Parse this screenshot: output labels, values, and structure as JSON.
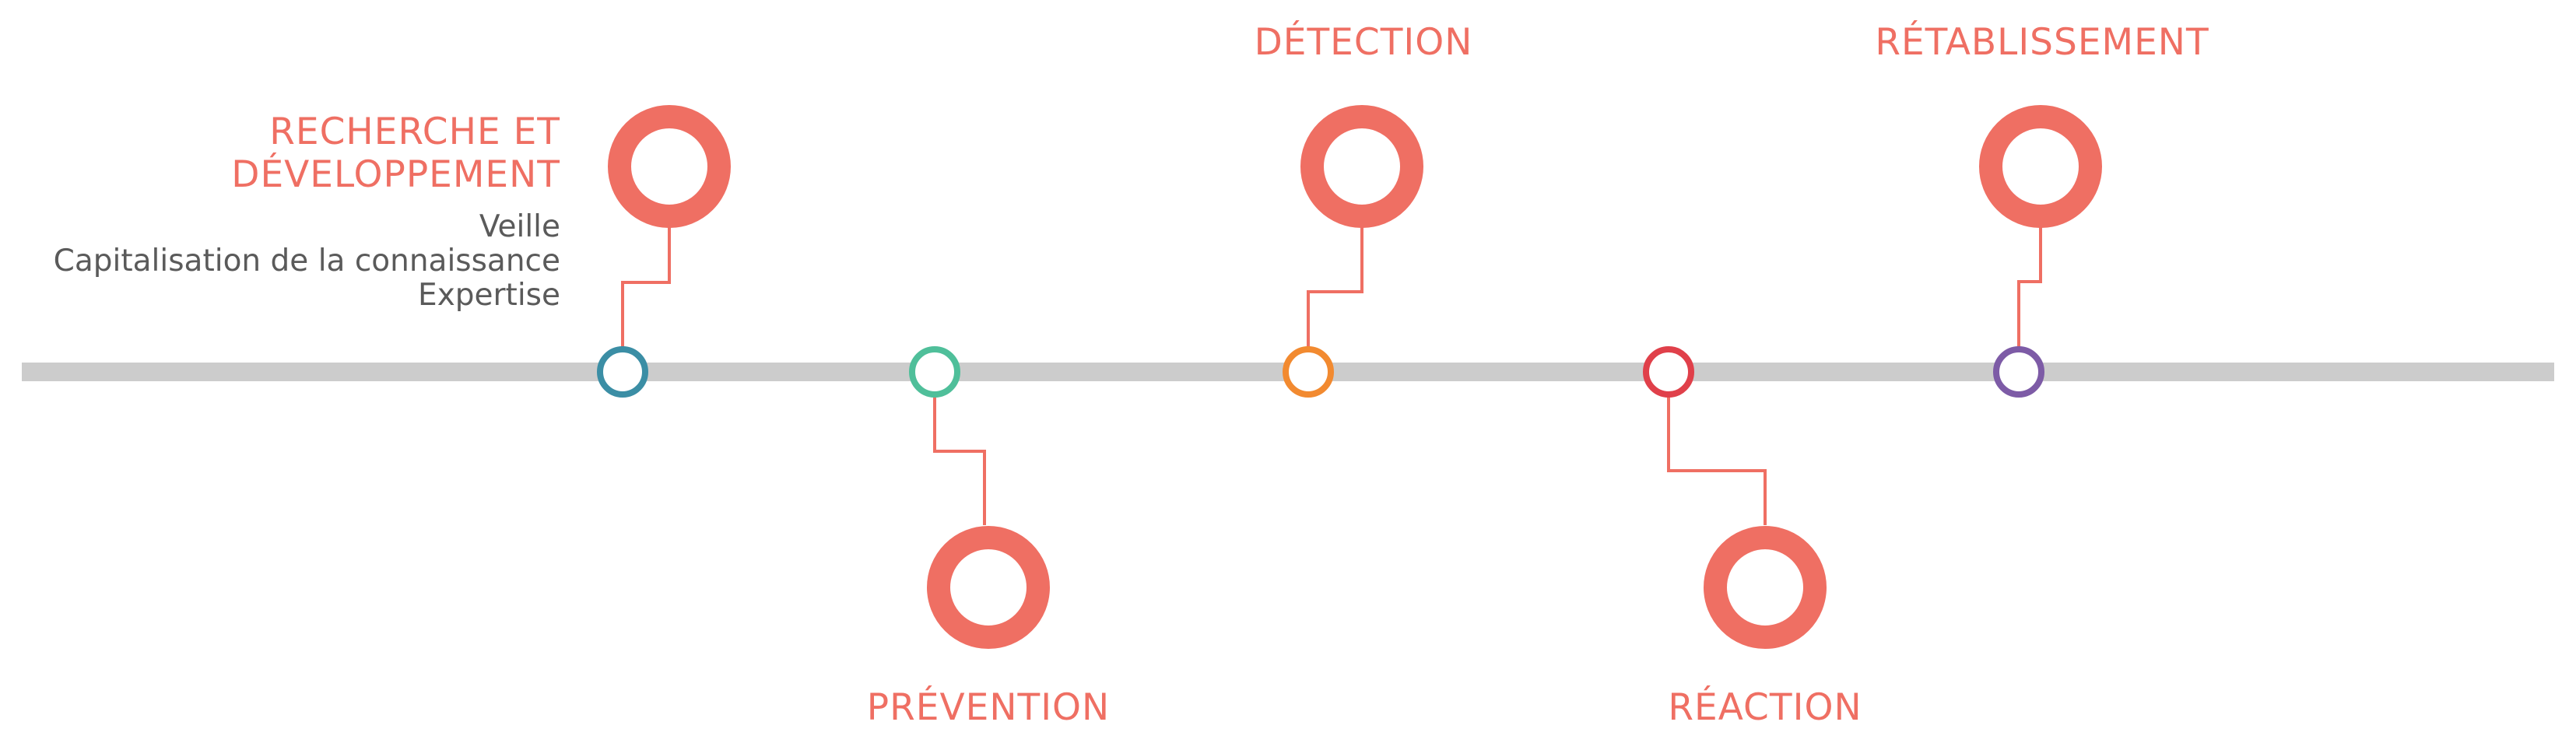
{
  "colors": {
    "accent": "#ef6f63",
    "timeline": "#cccccc",
    "detail_text": "#5a5a5a"
  },
  "stages": [
    {
      "id": "recherche",
      "title_lines": [
        "RECHERCHE  ET",
        "DÉVELOPPEMENT"
      ],
      "details": [
        "Veille",
        "Capitalisation de la connaissance",
        "Expertise"
      ],
      "milestone_color": "#3b8ea5",
      "position": "above"
    },
    {
      "id": "prevention",
      "title_lines": [
        "PRÉVENTION"
      ],
      "details": [],
      "milestone_color": "#4fbf9a",
      "position": "below"
    },
    {
      "id": "detection",
      "title_lines": [
        "DÉTECTION"
      ],
      "details": [],
      "milestone_color": "#f28a30",
      "position": "above"
    },
    {
      "id": "reaction",
      "title_lines": [
        "RÉACTION"
      ],
      "details": [],
      "milestone_color": "#e0404a",
      "position": "below"
    },
    {
      "id": "retablissement",
      "title_lines": [
        "RÉTABLISSEMENT"
      ],
      "details": [],
      "milestone_color": "#7d5ba6",
      "position": "above"
    }
  ]
}
